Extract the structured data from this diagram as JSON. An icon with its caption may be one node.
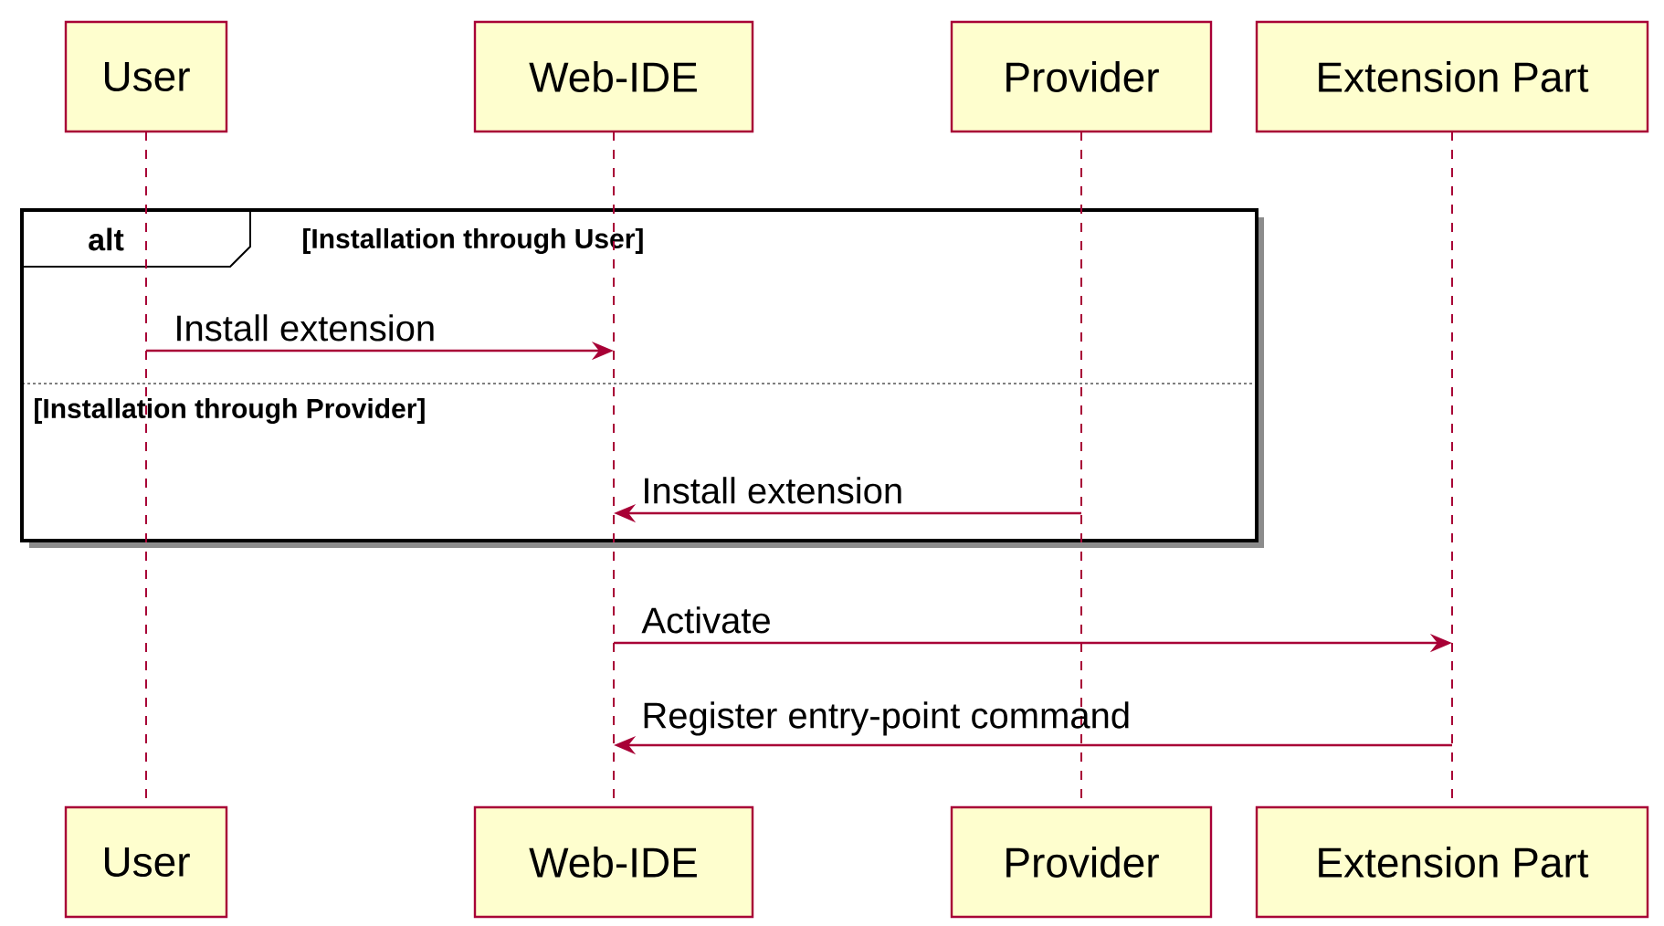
{
  "diagram": {
    "nodes": [
      {
        "text": [
          "User"
        ]
      },
      {
        "text": [
          "Web-IDE"
        ]
      },
      {
        "text": [
          "Provider"
        ]
      },
      {
        "text": [
          "Extension Part"
        ]
      },
      {
        "text": [
          "User"
        ]
      },
      {
        "text": [
          "Web-IDE"
        ]
      },
      {
        "text": [
          "Provider"
        ]
      },
      {
        "text": [
          "Extension Part"
        ]
      },
      {
        "text": [],
        "shape": "bar"
      },
      {
        "text": [],
        "shape": "bar"
      },
      {
        "text": [],
        "shape": "bar"
      },
      {
        "text": [],
        "shape": "bar"
      }
    ],
    "edges": [
      {
        "from": 8,
        "to": 9,
        "arrow": "to",
        "label": "Install extension"
      },
      {
        "from": 10,
        "to": 9,
        "arrow": "to",
        "label": "Install extension"
      },
      {
        "from": 9,
        "to": 11,
        "arrow": "to",
        "label": "Activate"
      },
      {
        "from": 11,
        "to": 9,
        "arrow": "to",
        "label": "Register entry-point command"
      }
    ],
    "labels": [
      "alt",
      "[Installation through User]",
      "[Installation through Provider]"
    ]
  }
}
